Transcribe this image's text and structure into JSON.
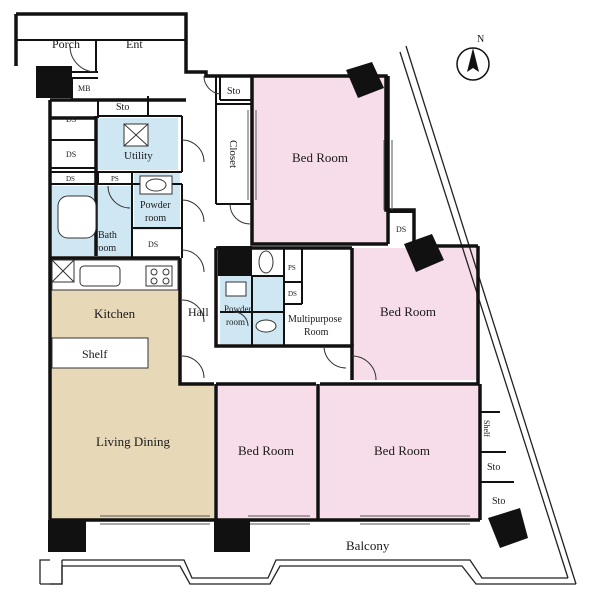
{
  "colors": {
    "bedroom": "#f6dde9",
    "wet_area": "#cfe6f3",
    "living": "#e7d9b8",
    "wall": "#111111",
    "background": "#ffffff"
  },
  "compass": {
    "label": "N",
    "icon": "north-arrow-icon"
  },
  "rooms": {
    "porch": "Porch",
    "ent": "Ent",
    "mb": "MB",
    "sto_top": "Sto",
    "sto_hall": "Sto",
    "ds_1": "DS",
    "ds_2": "DS",
    "ds_3": "DS",
    "ds_4": "DS",
    "ds_5": "DS",
    "ps_1": "PS",
    "ps_2": "PS",
    "ds_6": "DS",
    "utility": "Utility",
    "powder_room_1_line1": "Powder",
    "powder_room_1_line2": "room",
    "bath_room_line1": "Bath",
    "bath_room_line2": "room",
    "closet": "Closet",
    "bed_room_1": "Bed Room",
    "bed_room_2": "Bed Room",
    "bed_room_3": "Bed Room",
    "bed_room_4": "Bed Room",
    "kitchen": "Kitchen",
    "shelf_kitchen": "Shelf",
    "hall": "Hall",
    "powder_room_2_line1": "Powder",
    "powder_room_2_line2": "room",
    "multipurpose_line1": "Multipurpose",
    "multipurpose_line2": "Room",
    "living_dining": "Living Dining",
    "shelf_side": "Shelf",
    "sto_side_1": "Sto",
    "sto_side_2": "Sto",
    "balcony": "Balcony"
  }
}
